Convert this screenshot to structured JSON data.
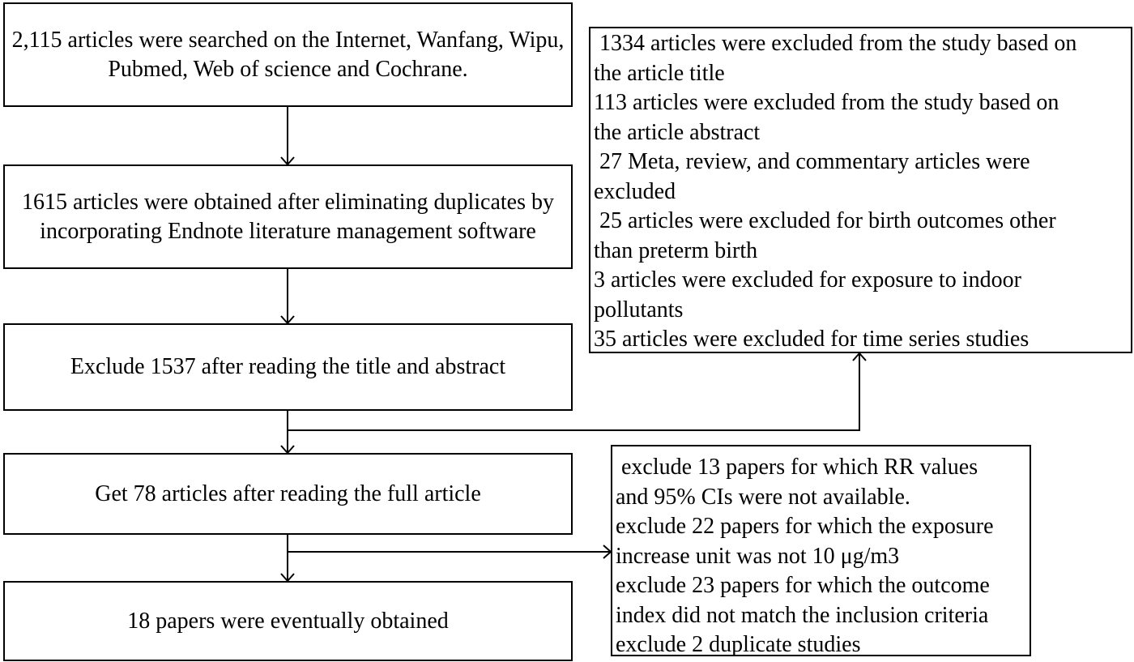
{
  "flow_boxes": [
    {
      "text": "2,115 articles were searched on the Internet, Wanfang, Wipu, Pubmed, Web of science and Cochrane."
    },
    {
      "text": "1615 articles were obtained after eliminating duplicates by incorporating Endnote literature management software"
    },
    {
      "text": "Exclude 1537 after reading the title and abstract"
    },
    {
      "text": "Get 78 articles after reading the full article"
    },
    {
      "text": "18 papers were eventually obtained"
    }
  ],
  "exclusion_box_1": {
    "lines": [
      " 1334 articles were excluded from the study based on",
      "the article title",
      "113 articles were excluded from the study based on",
      "the article abstract",
      " 27 Meta, review, and commentary articles were",
      "excluded",
      " 25 articles were excluded for birth outcomes other",
      "than preterm birth",
      "3 articles were excluded for exposure to indoor",
      "pollutants",
      "35 articles were excluded for time series studies"
    ]
  },
  "exclusion_box_2": {
    "lines": [
      " exclude 13 papers for which RR values",
      "and 95% CIs were not available.",
      "exclude 22 papers for which the exposure",
      "increase unit was not 10 μg/m3",
      "exclude 23 papers for which the outcome",
      "index did not match the inclusion criteria",
      "exclude 2 duplicate studies"
    ]
  }
}
